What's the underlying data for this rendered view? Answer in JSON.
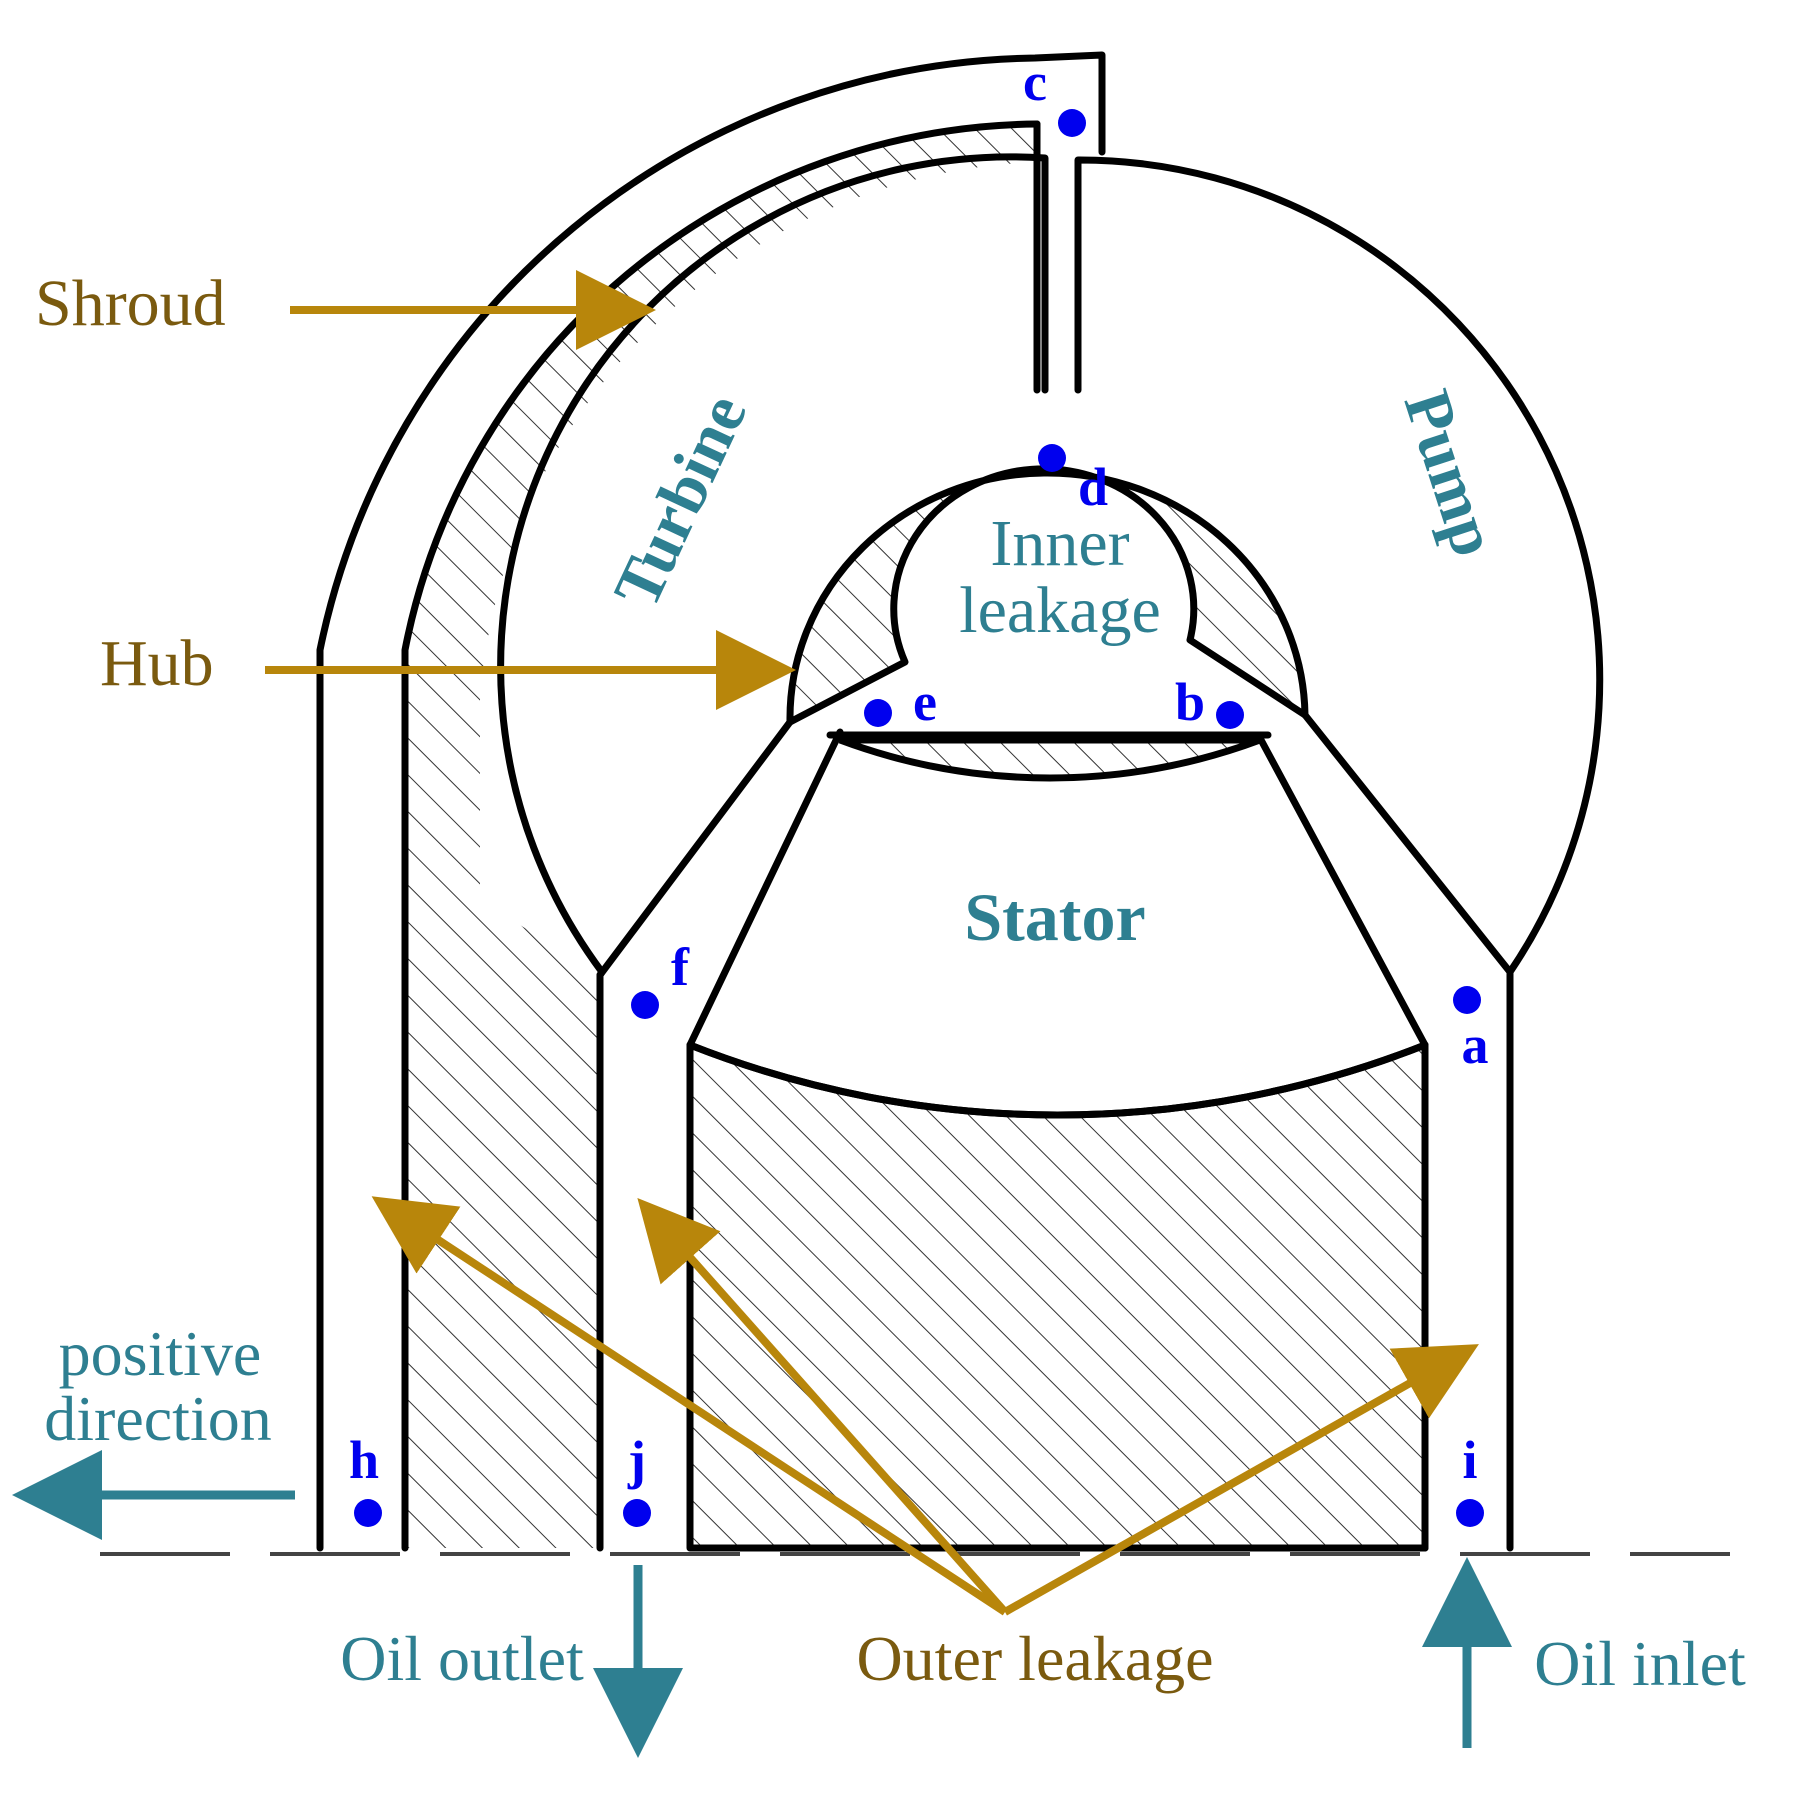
{
  "colors": {
    "label_gold": "#7a5a0f",
    "arrow_gold": "#b8860b",
    "teal": "#2e7f91",
    "point_blue": "#0000ee",
    "outline": "#000000"
  },
  "labels": {
    "shroud": "Shroud",
    "hub": "Hub",
    "turbine": "Turbine",
    "pump": "Pump",
    "stator": "Stator",
    "inner_leakage_line1": "Inner",
    "inner_leakage_line2": "leakage",
    "outer_leakage": "Outer leakage",
    "positive_line1": "positive",
    "positive_line2": "direction",
    "oil_outlet": "Oil outlet",
    "oil_inlet": "Oil inlet"
  },
  "points": [
    "a",
    "b",
    "c",
    "d",
    "e",
    "f",
    "h",
    "i",
    "j"
  ],
  "icons": {
    "positive_direction": "arrow-left-icon",
    "oil_outlet": "arrow-down-icon",
    "oil_inlet": "arrow-up-icon"
  }
}
